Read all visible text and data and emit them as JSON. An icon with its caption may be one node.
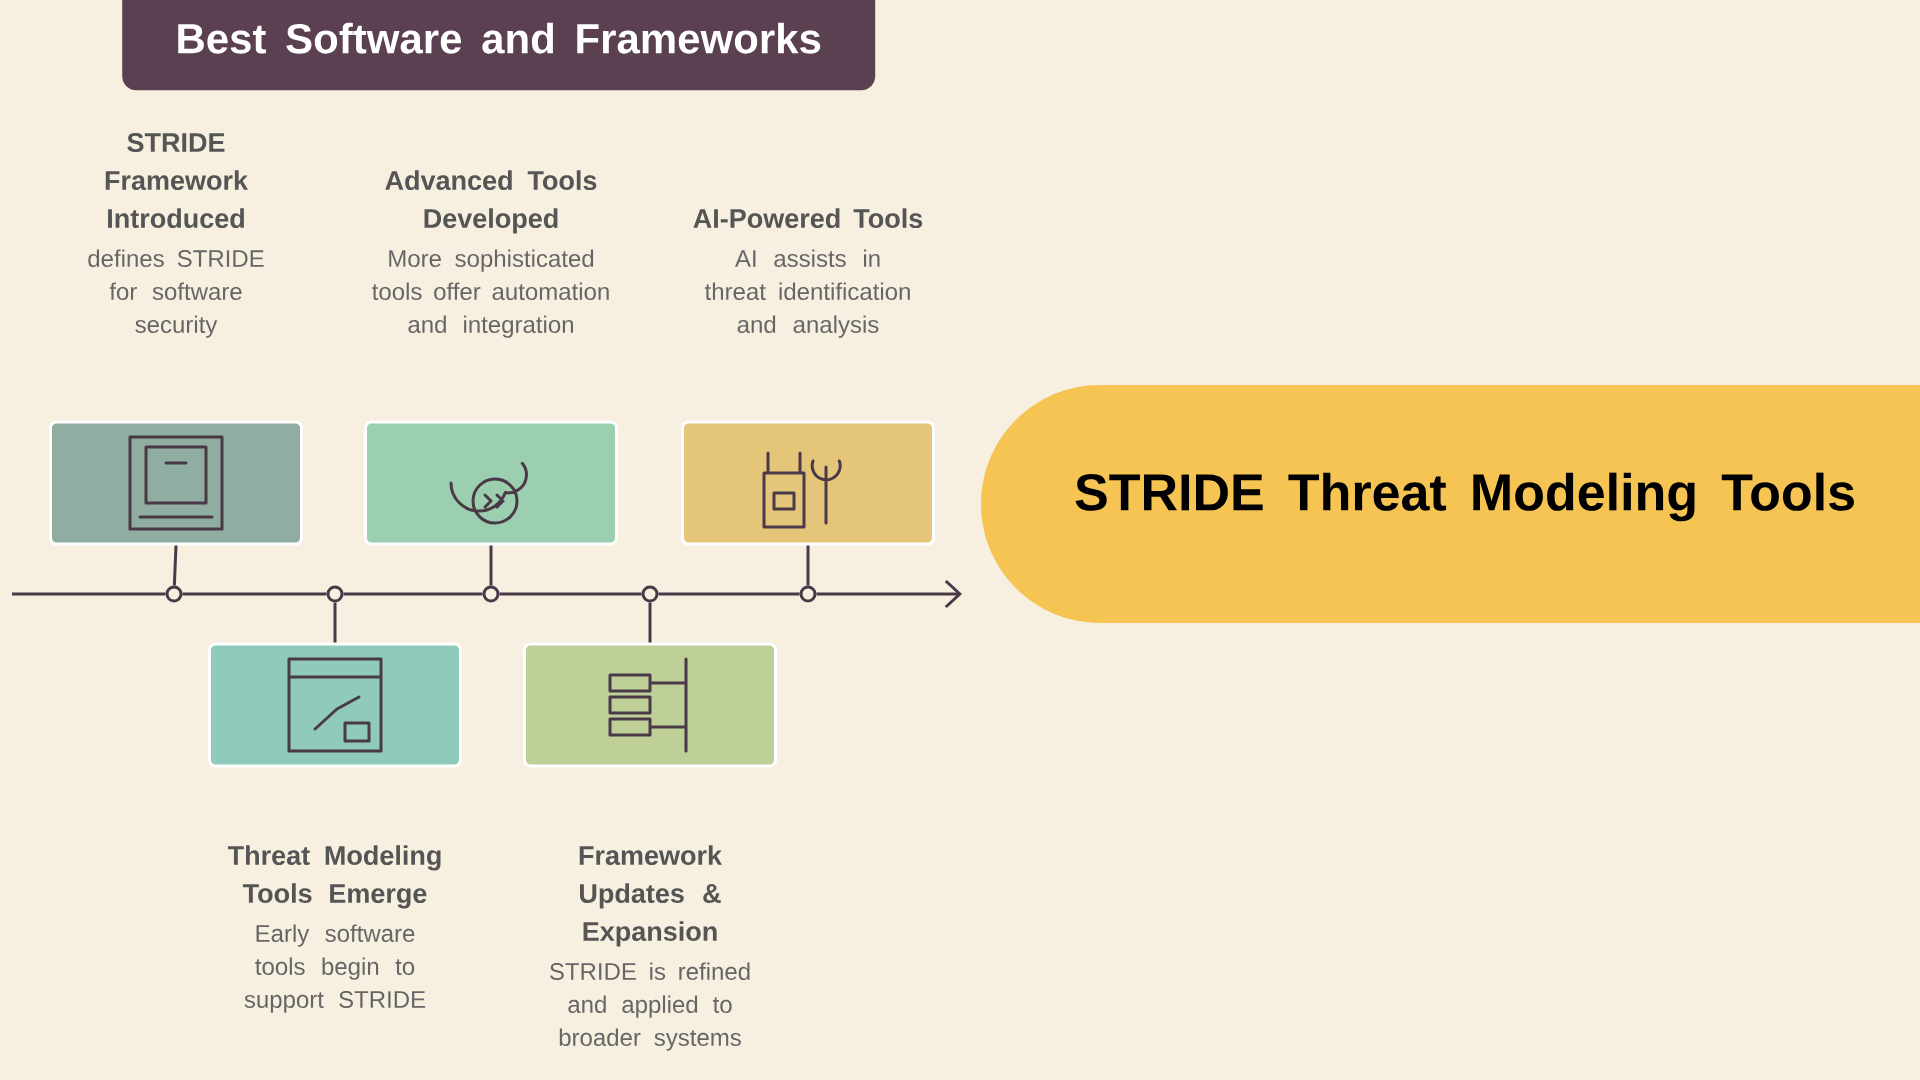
{
  "diagram": {
    "title": "Best Software and Frameworks",
    "nodes": [
      {
        "text": [],
        "shape": "box",
        "beside": [
          "STRIDE Framework Introduced",
          "defines STRIDE for software security"
        ]
      },
      {
        "text": [],
        "shape": "box",
        "beside": [
          "Threat Modeling Tools Emerge",
          "Early software tools begin to support STRIDE"
        ]
      },
      {
        "text": [],
        "shape": "box",
        "beside": [
          "Advanced Tools Developed",
          "More sophisticated tools offer automation and integration"
        ]
      },
      {
        "text": [],
        "shape": "box",
        "beside": [
          "Framework Updates & Expansion",
          "STRIDE is refined and applied to broader systems"
        ]
      },
      {
        "text": [],
        "shape": "box",
        "beside": [
          "AI-Powered Tools",
          "AI assists in threat identification and analysis"
        ]
      },
      {
        "text": [
          "STRIDE Threat Modeling Tools"
        ]
      },
      {
        "text": [],
        "shape": "circle"
      },
      {
        "text": [],
        "shape": "circle"
      },
      {
        "text": [],
        "shape": "circle"
      },
      {
        "text": [],
        "shape": "circle"
      },
      {
        "text": [],
        "shape": "circle"
      }
    ],
    "edges": [
      {
        "from": 0,
        "to": 6,
        "arrow": "none"
      },
      {
        "from": 1,
        "to": 7,
        "arrow": "none"
      },
      {
        "from": 2,
        "to": 8,
        "arrow": "none"
      },
      {
        "from": 3,
        "to": 9,
        "arrow": "none"
      },
      {
        "from": 4,
        "to": 10,
        "arrow": "none"
      },
      {
        "from": null,
        "to": 6,
        "arrow": "none"
      },
      {
        "from": 6,
        "to": 7,
        "arrow": "none"
      },
      {
        "from": 7,
        "to": 8,
        "arrow": "none"
      },
      {
        "from": 8,
        "to": 9,
        "arrow": "none"
      },
      {
        "from": 9,
        "to": 10,
        "arrow": "none"
      },
      {
        "from": 10,
        "to": null,
        "arrow": "to"
      }
    ]
  }
}
